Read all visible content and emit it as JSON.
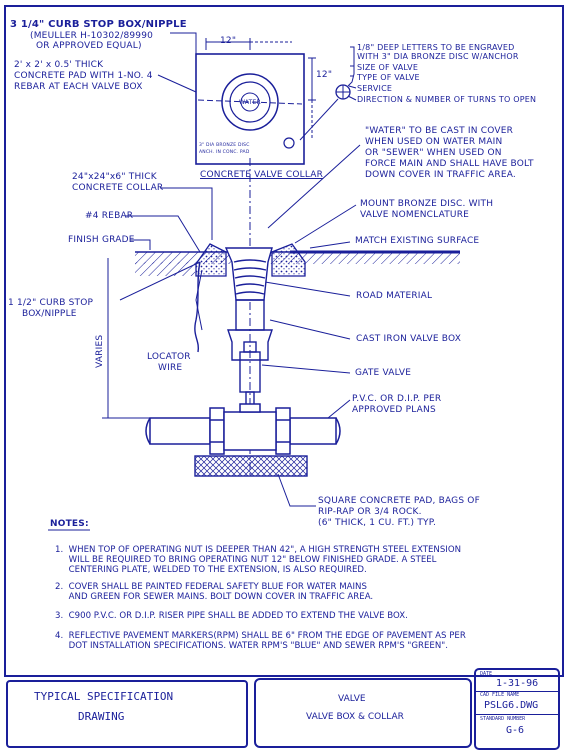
{
  "labels": {
    "curb_stop_box": "3 1/4\" CURB STOP BOX/NIPPLE",
    "curb_stop_box_sub1": "(MEULLER H-10302/89990",
    "curb_stop_box_sub2": "OR APPROVED EQUAL)",
    "pad_1": "2' x 2' x 0.5' THICK",
    "pad_2": "CONCRETE PAD WITH 1-NO. 4",
    "pad_3": "REBAR AT EACH VALVE BOX",
    "dim_top": "12\"",
    "dim_side": "12\"",
    "disc_note_1": "1/8\" DEEP LETTERS TO BE ENGRAVED",
    "disc_note_2": "WITH 3\" DIA BRONZE DISC W/ANCHOR",
    "size_of_valve": "SIZE OF VALVE",
    "type_of_valve": "TYPE OF VALVE",
    "service": "SERVICE",
    "direction": "DIRECTION & NUMBER OF TURNS TO OPEN",
    "collar_caption": "CONCRETE VALVE COLLAR",
    "water_cover_1": "\"WATER\" TO BE CAST IN COVER",
    "water_cover_2": "WHEN USED ON WATER MAIN",
    "water_cover_3": "OR \"SEWER\" WHEN USED ON",
    "water_cover_4": "FORCE MAIN AND SHALL HAVE BOLT",
    "water_cover_5": "DOWN COVER IN TRAFFIC AREA.",
    "collar_1": "24\"x24\"x6\" THICK",
    "collar_2": "CONCRETE COLLAR",
    "bronze_1": "MOUNT BRONZE DISC. WITH",
    "bronze_2": "VALVE NOMENCLATURE",
    "rebar": "#4 REBAR",
    "finish_grade": "FINISH GRADE",
    "match_surface": "MATCH EXISTING SURFACE",
    "curb_stop_1": "1 1/2\" CURB STOP",
    "curb_stop_2": "BOX/NIPPLE",
    "road_material": "ROAD MATERIAL",
    "cast_iron": "CAST IRON VALVE BOX",
    "varies": "VARIES",
    "locator_1": "LOCATOR",
    "locator_2": "WIRE",
    "gate_valve": "GATE VALVE",
    "pvc_1": "P.V.C. OR D.I.P. PER",
    "pvc_2": "APPROVED PLANS",
    "square_pad_1": "SQUARE CONCRETE PAD, BAGS OF",
    "square_pad_2": "RIP-RAP OR 3/4 ROCK.",
    "square_pad_3": "(6\" THICK, 1 CU. FT.) TYP.",
    "disc_small_1": "3\" DIA BRONZE DISC",
    "disc_small_2": "ANCH. IN CONC. PAD",
    "water_word": "WATER"
  },
  "notes": {
    "heading": "NOTES:",
    "n1_l1": "1.  WHEN TOP OF OPERATING NUT IS DEEPER THAN 42\", A HIGH STRENGTH STEEL EXTENSION",
    "n1_l2": "     WILL BE REQUIRED TO BRING OPERATING NUT 12\" BELOW FINISHED GRADE. A STEEL",
    "n1_l3": "     CENTERING PLATE, WELDED TO THE EXTENSION, IS ALSO REQUIRED.",
    "n2_l1": "2.  COVER SHALL BE PAINTED FEDERAL SAFETY BLUE FOR WATER MAINS",
    "n2_l2": "     AND GREEN FOR SEWER MAINS. BOLT DOWN COVER IN TRAFFIC AREA.",
    "n3_l1": "3.  C900 P.V.C. OR D.I.P. RISER PIPE SHALL BE ADDED TO EXTEND THE VALVE BOX.",
    "n4_l1": "4.  REFLECTIVE PAVEMENT MARKERS(RPM) SHALL BE 6\" FROM THE EDGE OF PAVEMENT AS PER",
    "n4_l2": "     DOT INSTALLATION SPECIFICATIONS. WATER RPM'S \"BLUE\" AND SEWER RPM'S \"GREEN\"."
  },
  "title_block": {
    "left_1": "TYPICAL SPECIFICATION",
    "left_2": "DRAWING",
    "center_1": "VALVE",
    "center_2": "VALVE BOX & COLLAR",
    "date_label": "DATE",
    "date": "1-31-96",
    "file_label": "CAD FILE NAME",
    "file": "PSLG6.DWG",
    "std_label": "STANDARD NUMBER",
    "number": "G-6"
  },
  "colors": {
    "ink": "#1a1f9a",
    "paper": "#ffffff"
  }
}
